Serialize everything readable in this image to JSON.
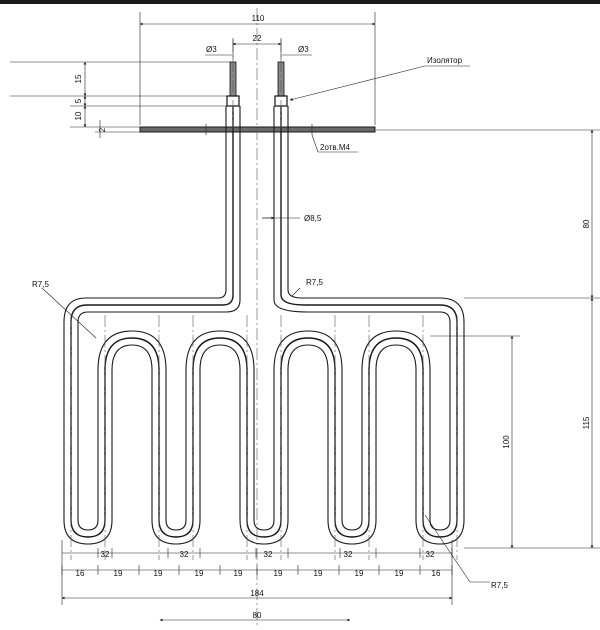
{
  "colors": {
    "ink": "#1a1a1a",
    "paper": "#ffffff",
    "top_bar": "#1a1a1a"
  },
  "labels": {
    "isolator": "Изолятор",
    "holes": "2отв.M4",
    "radius_left": "R7,5",
    "radius_center": "R7,5",
    "radius_bottom": "R7,5",
    "pin_dia_left": "Ø3",
    "pin_dia_right": "Ø3",
    "tube_dia": "Ø8,5"
  },
  "dimensions": {
    "flange_width": "110",
    "pin_spacing": "22",
    "pin_len": "15",
    "d5": "5",
    "d10": "10",
    "d2": "2",
    "straight_len": "80",
    "loop_height": "100",
    "total_height": "115",
    "total_width": "184",
    "bottom_extra": "80",
    "loop_spacing": "32",
    "seg_outer": "16",
    "seg_inner": "19"
  }
}
